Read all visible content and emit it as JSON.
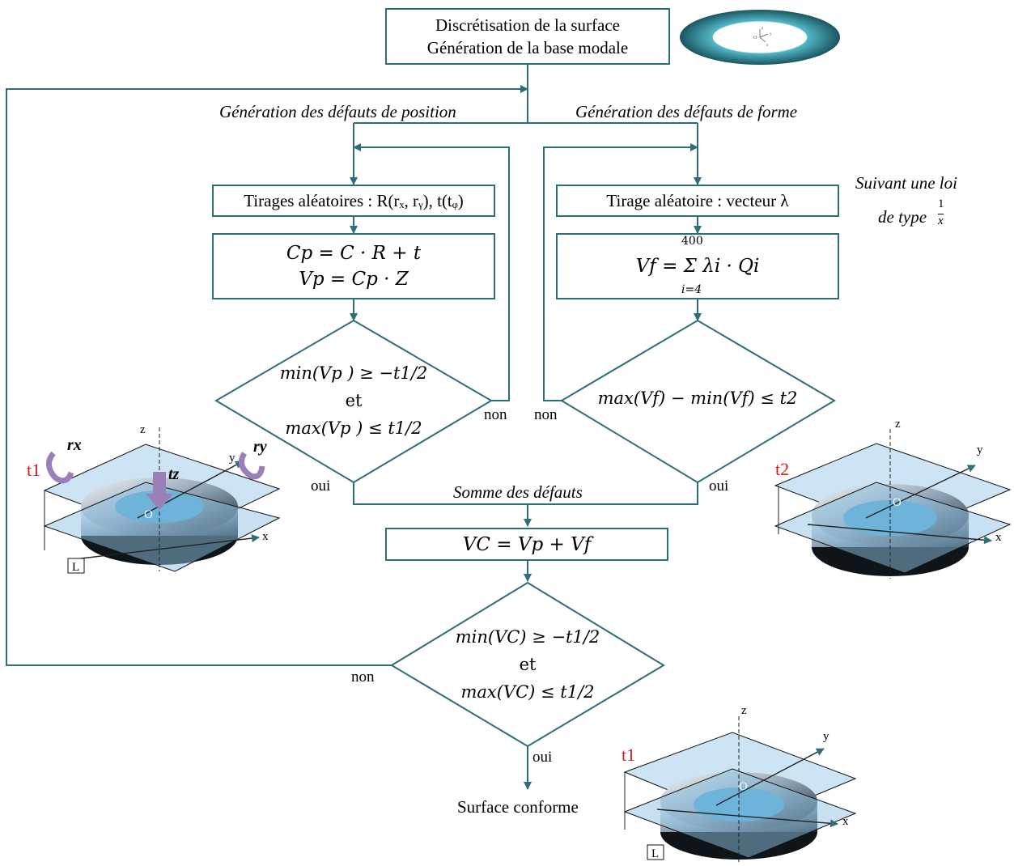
{
  "nodes": {
    "start_line1": "Discrétisation de la surface",
    "start_line2": "Génération de la base modale",
    "pos_draw": "Tirages aléatoires : R(rₓ, rᵧ), t(tᵩ)",
    "pos_formula1": "Cp = C · R + t",
    "pos_formula2": "Vp = Cp · Z",
    "pos_cond_line1": "min(Vp ) ≥ −t1/2",
    "pos_cond_et": "et",
    "pos_cond_line2": "max(Vp ) ≤ t1/2",
    "form_draw": "Tirage aléatoire : vecteur λ",
    "form_formula": "Vf = Σ λi · Qi",
    "form_sum_upper": "400",
    "form_sum_lower": "i=4",
    "form_cond": "max(Vf) − min(Vf) ≤ t2",
    "sum_box": "VC = Vp + Vf",
    "final_cond_line1": "min(VC) ≥ −t1/2",
    "final_cond_et": "et",
    "final_cond_line2": "max(VC) ≤ t1/2",
    "end": "Surface conforme"
  },
  "branch_labels": {
    "position": "Génération des défauts de position",
    "form": "Génération des défauts de forme",
    "sum": "Somme des défauts",
    "law_line1": "Suivant une loi",
    "law_line2": "de type",
    "law_frac_num": "1",
    "law_frac_den": "x"
  },
  "edge_labels": {
    "non_pos": "non",
    "oui_pos": "oui",
    "non_form": "non",
    "oui_form": "oui",
    "non_final": "non",
    "oui_final": "oui"
  },
  "illustrations": {
    "position": {
      "t1": "t1",
      "rx": "rx",
      "ry": "ry",
      "tz": "tz",
      "z": "z",
      "y": "y",
      "x": "x",
      "o": "O",
      "l": "L"
    },
    "form": {
      "t2": "t2",
      "z": "z",
      "y": "y",
      "x": "x",
      "o": "O"
    },
    "conform": {
      "t1": "t1",
      "z": "z",
      "y": "y",
      "x": "x",
      "o": "O",
      "l": "L"
    },
    "mesh": {
      "z": "z",
      "y": "y",
      "x": "x",
      "o": "O"
    }
  },
  "colors": {
    "line": "#2e6e78",
    "tolerance_label": "#d8181e",
    "plane": "#8fc3e6",
    "ring_dark": "#1a5560"
  }
}
